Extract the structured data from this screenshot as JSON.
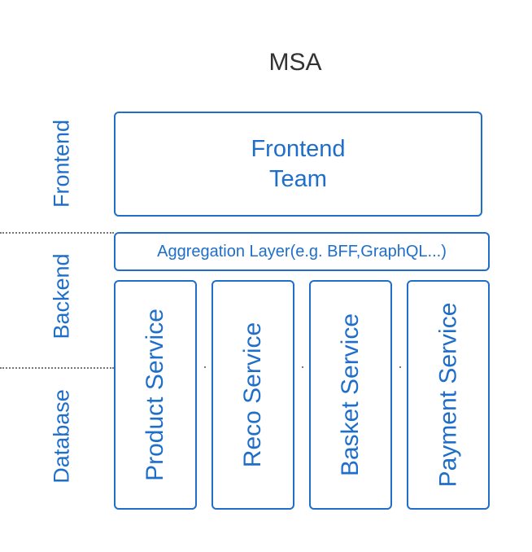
{
  "diagram": {
    "title": "MSA",
    "layers": {
      "frontend": "Frontend",
      "backend": "Backend",
      "database": "Database"
    },
    "frontend_box": {
      "line1": "Frontend",
      "line2": "Team"
    },
    "aggregation_layer": "Aggregation Layer(e.g. BFF,GraphQL...)",
    "services": [
      "Product Service",
      "Reco Service",
      "Basket Service",
      "Payment Service"
    ]
  },
  "colors": {
    "accent": "#1f6ec9",
    "title_text": "#333333",
    "divider": "#777777"
  }
}
